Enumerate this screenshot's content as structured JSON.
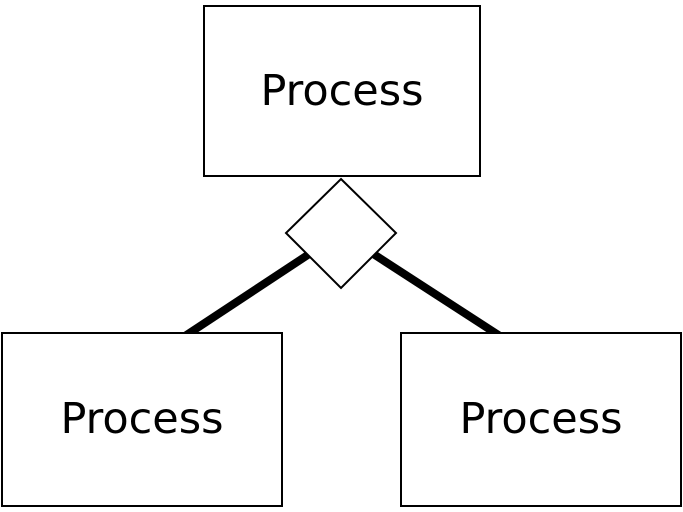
{
  "diagram": {
    "background_color": "#ffffff",
    "stroke_color": "#000000",
    "nodes": [
      {
        "id": "top",
        "label": "Process",
        "shape": "rectangle"
      },
      {
        "id": "bottom-left",
        "label": "Process",
        "shape": "rectangle"
      },
      {
        "id": "bottom-right",
        "label": "Process",
        "shape": "rectangle"
      }
    ],
    "connector": {
      "type": "aggregation",
      "diamond_fill": "#ffffff",
      "diamond_stroke": "#000000",
      "line_color": "#000000"
    }
  }
}
